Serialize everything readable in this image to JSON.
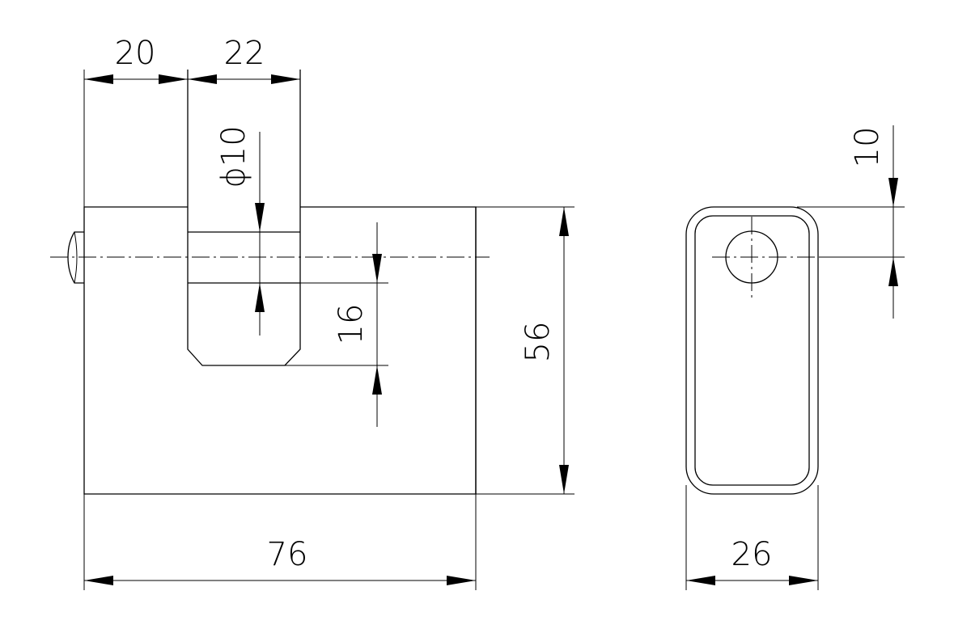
{
  "dimensions": {
    "width_a": "20",
    "width_b": "22",
    "diameter": "ϕ10",
    "depth": "16",
    "height": "56",
    "total_width": "76",
    "side_width": "26",
    "side_offset": "10"
  }
}
